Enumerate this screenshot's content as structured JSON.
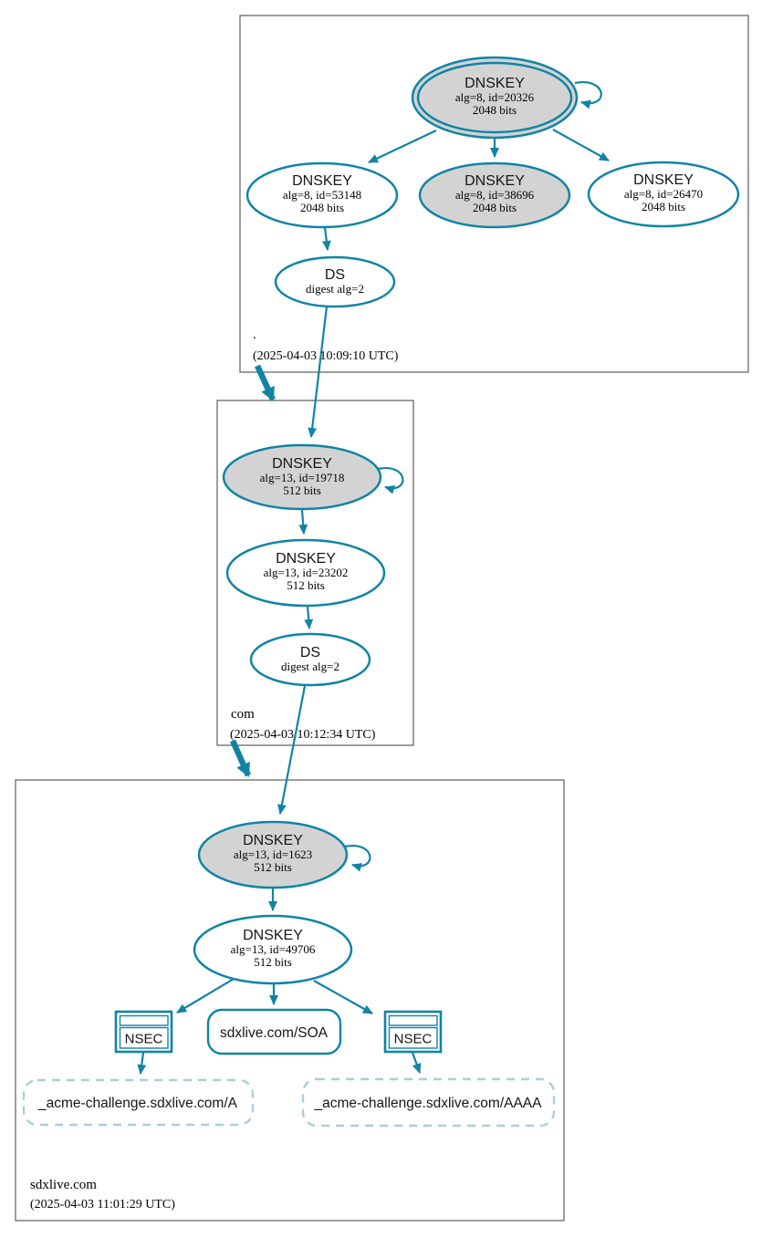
{
  "zones": {
    "root": {
      "label": ".",
      "timestamp": "(2025-04-03 10:09:10 UTC)"
    },
    "com": {
      "label": "com",
      "timestamp": "(2025-04-03 10:12:34 UTC)"
    },
    "sdxlive": {
      "label": "sdxlive.com",
      "timestamp": "(2025-04-03 11:01:29 UTC)"
    }
  },
  "nodes": {
    "root_ksk": {
      "title": "DNSKEY",
      "alg": "alg=8, id=20326",
      "bits": "2048 bits"
    },
    "root_zsk": {
      "title": "DNSKEY",
      "alg": "alg=8, id=53148",
      "bits": "2048 bits"
    },
    "root_key_38696": {
      "title": "DNSKEY",
      "alg": "alg=8, id=38696",
      "bits": "2048 bits"
    },
    "root_key_26470": {
      "title": "DNSKEY",
      "alg": "alg=8, id=26470",
      "bits": "2048 bits"
    },
    "root_ds": {
      "title": "DS",
      "digest": "digest alg=2"
    },
    "com_ksk": {
      "title": "DNSKEY",
      "alg": "alg=13, id=19718",
      "bits": "512 bits"
    },
    "com_zsk": {
      "title": "DNSKEY",
      "alg": "alg=13, id=23202",
      "bits": "512 bits"
    },
    "com_ds": {
      "title": "DS",
      "digest": "digest alg=2"
    },
    "sdxlive_ksk": {
      "title": "DNSKEY",
      "alg": "alg=13, id=1623",
      "bits": "512 bits"
    },
    "sdxlive_zsk": {
      "title": "DNSKEY",
      "alg": "alg=13, id=49706",
      "bits": "512 bits"
    },
    "nsec_a": {
      "title": "NSEC"
    },
    "nsec_aaaa": {
      "title": "NSEC"
    },
    "soa": {
      "label": "sdxlive.com/SOA"
    },
    "rrset_a": {
      "label": "_acme-challenge.sdxlive.com/A"
    },
    "rrset_aaaa": {
      "label": "_acme-challenge.sdxlive.com/AAAA"
    }
  },
  "colors": {
    "edge": "#1184a4",
    "ksk_fill": "#d3d3d3",
    "insecure_dash": "#a6cfdd",
    "cluster_border": "#5c5c5c"
  }
}
